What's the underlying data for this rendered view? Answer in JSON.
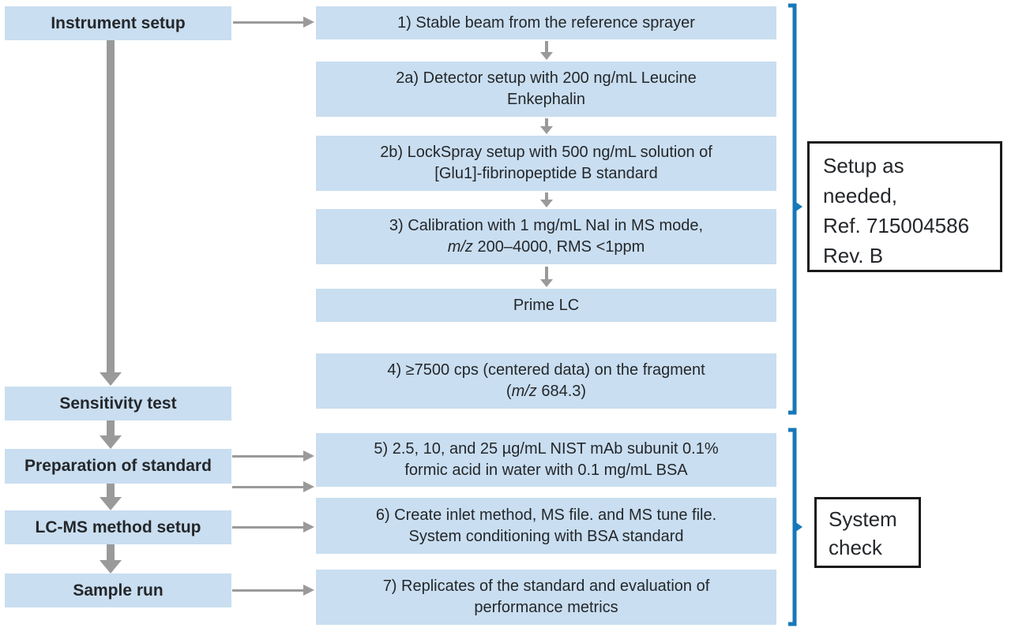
{
  "colors": {
    "box_fill": "#c9def0",
    "arrow_gray": "#9a9a9a",
    "bracket_blue": "#1778b8",
    "text_dark": "#24272b",
    "annotation_border": "#1a1a1a"
  },
  "left_labels": {
    "instrument_setup": "Instrument setup",
    "sensitivity_test": "Sensitivity test",
    "preparation_of_standard": "Preparation of standard",
    "lcms_method_setup": "LC-MS method setup",
    "sample_run": "Sample run"
  },
  "steps": {
    "s1": {
      "l1": "1) Stable beam from the reference sprayer"
    },
    "s2a": {
      "l1": "2a) Detector setup with 200 ng/mL Leucine",
      "l2": "Enkephalin"
    },
    "s2b": {
      "l1": "2b) LockSpray setup with 500 ng/mL solution of",
      "l2": "[Glu1]-fibrinopeptide B standard"
    },
    "s3": {
      "l1": "3) Calibration with 1 mg/mL NaI in MS mode,",
      "l2_italic": "m/z",
      "l2_rest": " 200–4000, RMS <1ppm"
    },
    "prime": {
      "l1": "Prime LC"
    },
    "s4": {
      "l1": "4) ≥7500 cps (centered data) on the fragment",
      "l2_pre": "(",
      "l2_italic": "m/z",
      "l2_rest": " 684.3)"
    },
    "s5": {
      "l1": "5) 2.5, 10, and 25 µg/mL NIST mAb subunit 0.1%",
      "l2": "formic acid in water with 0.1 mg/mL BSA"
    },
    "s6": {
      "l1": "6) Create inlet method, MS file. and MS tune file.",
      "l2": "System conditioning with BSA standard"
    },
    "s7": {
      "l1": "7) Replicates of the standard and evaluation of",
      "l2": "performance metrics"
    }
  },
  "annotations": {
    "setup_note": "Setup as\nneeded,\nRef. 715004586\nRev. B",
    "system_check": "System\ncheck"
  }
}
